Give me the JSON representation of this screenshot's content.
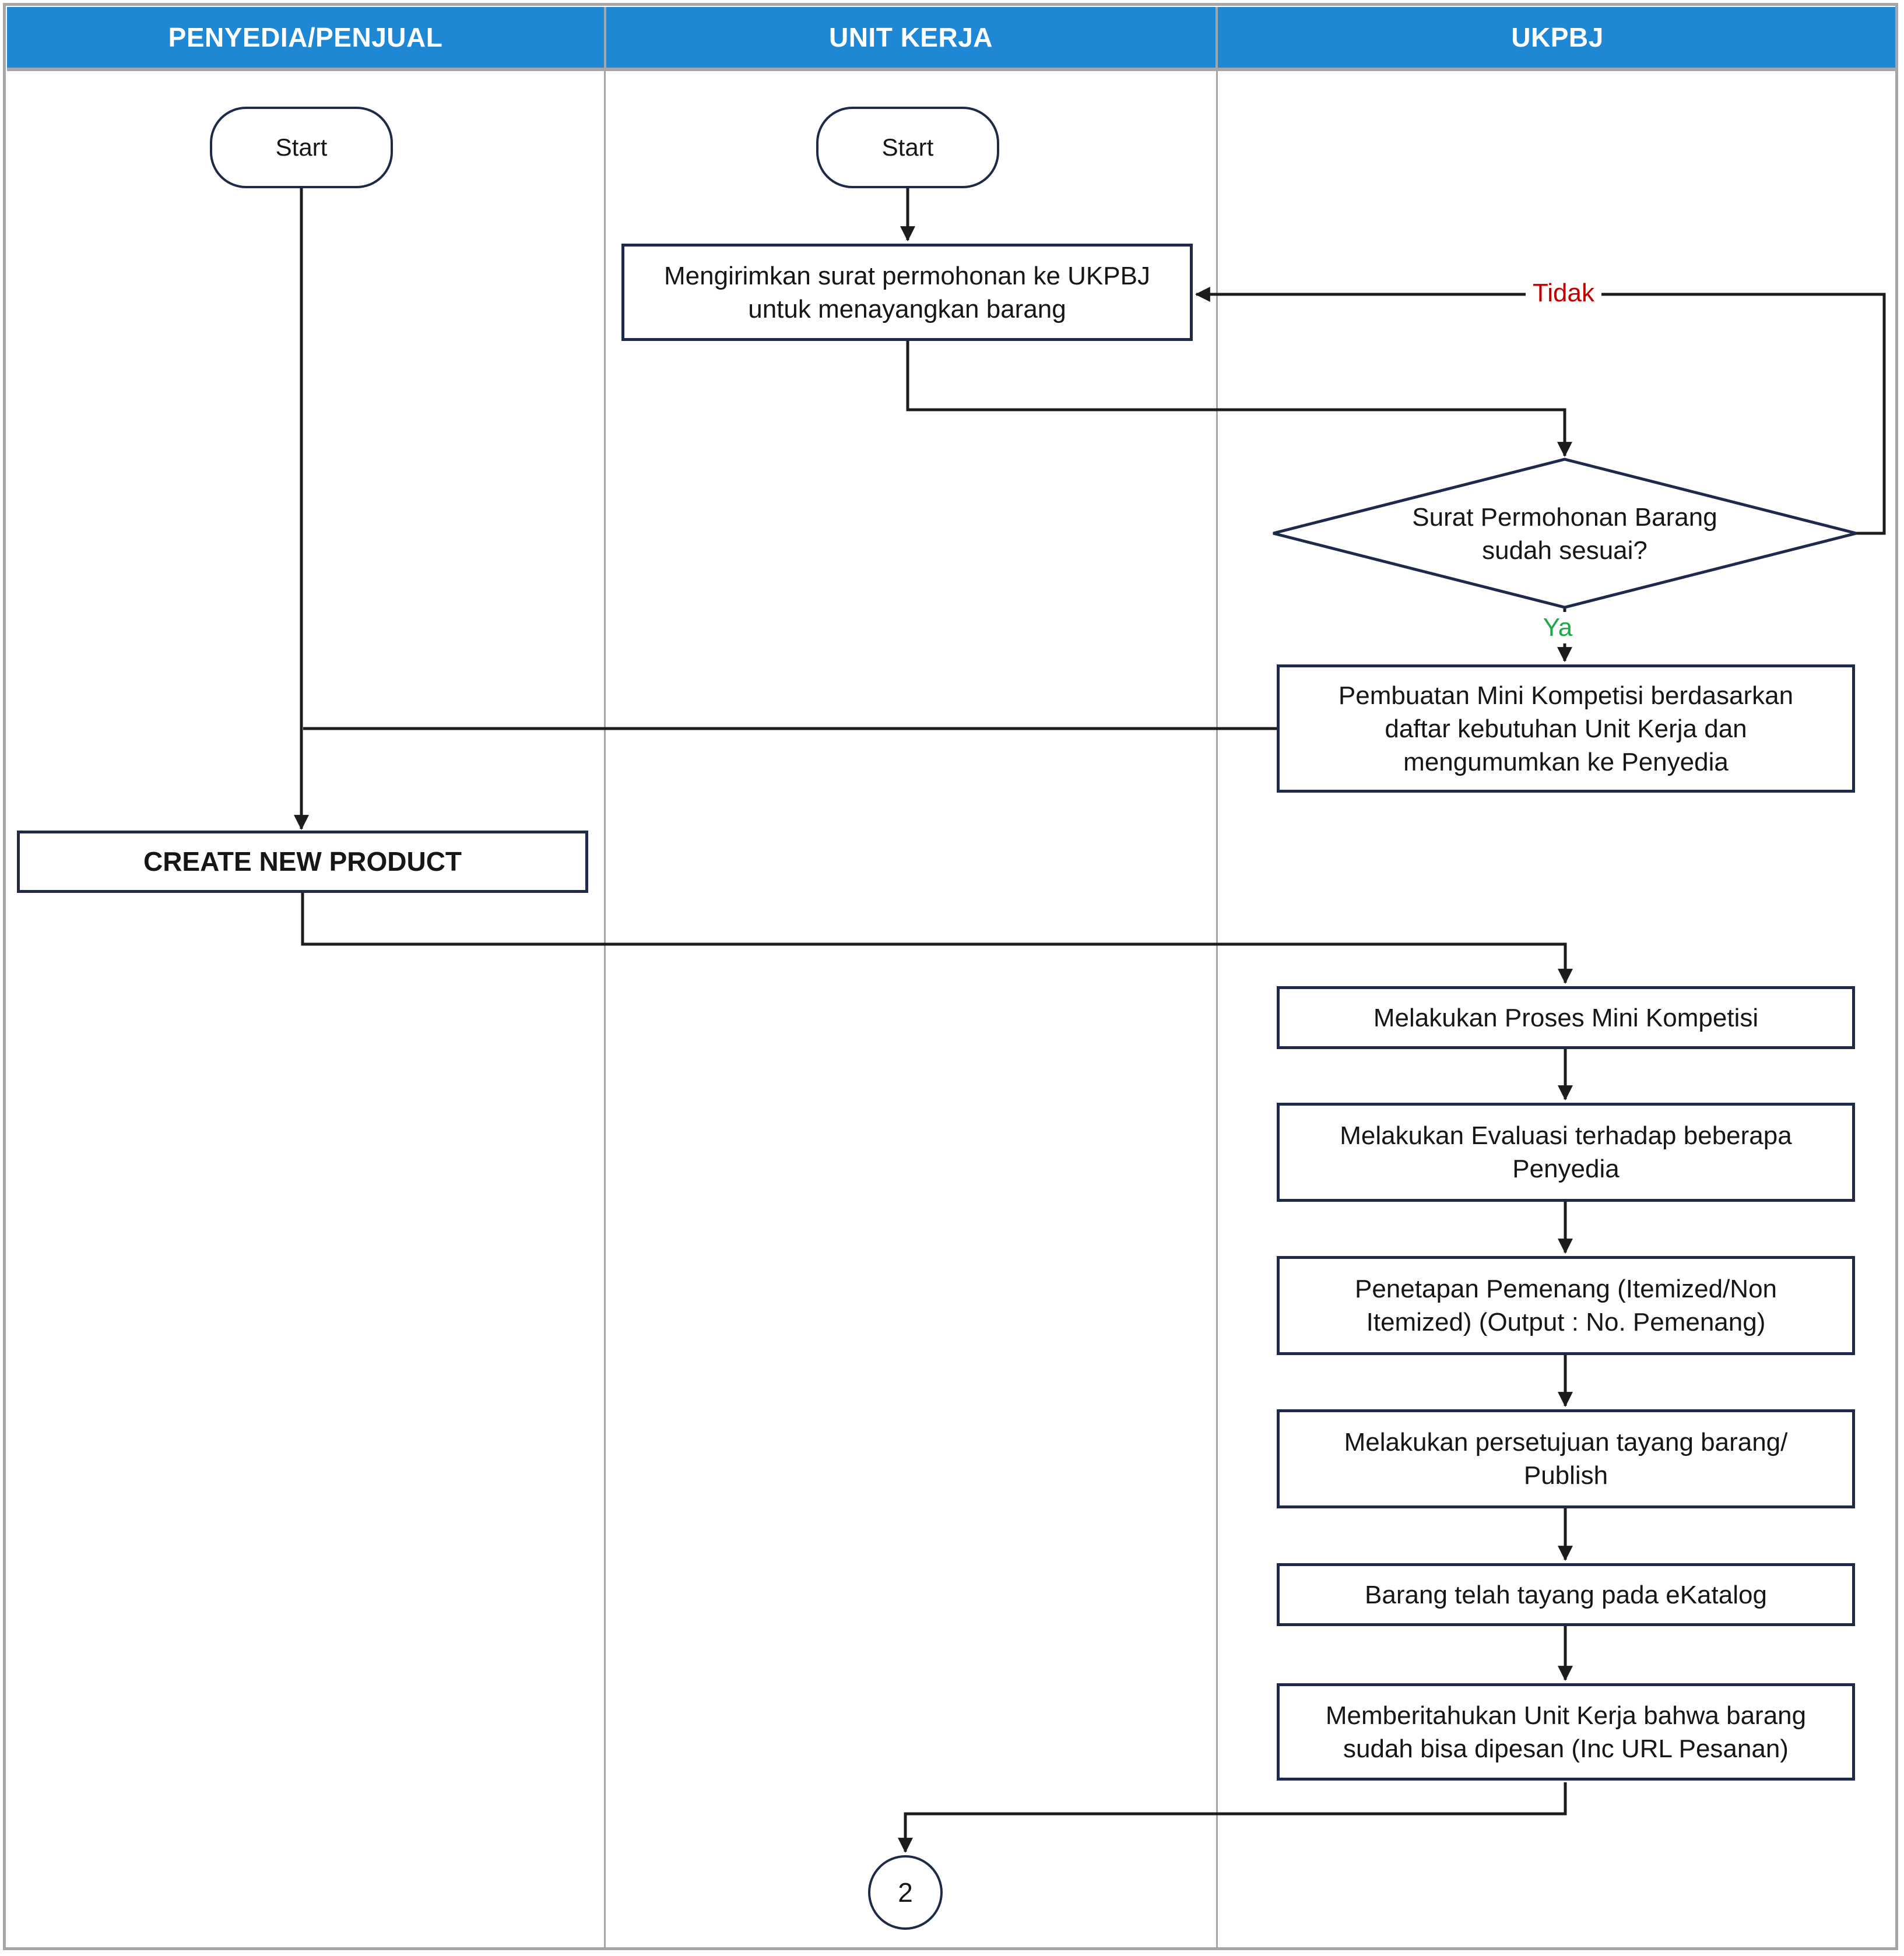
{
  "lanes": [
    {
      "label": "PENYEDIA/PENJUAL"
    },
    {
      "label": "UNIT KERJA"
    },
    {
      "label": "UKPBJ"
    }
  ],
  "nodes": {
    "start_penyedia": {
      "label": "Start"
    },
    "start_unit_kerja": {
      "label": "Start"
    },
    "kirim_surat": {
      "label": "Mengirimkan surat permohonan ke UKPBJ untuk menayangkan barang"
    },
    "cek_surat": {
      "label": "Surat Permohonan Barang sudah sesuai?"
    },
    "buat_mini_kompetisi": {
      "label": "Pembuatan Mini Kompetisi berdasarkan daftar kebutuhan Unit Kerja dan mengumumkan ke Penyedia"
    },
    "create_new_product": {
      "label": "CREATE NEW PRODUCT"
    },
    "proses_mini_kompetisi": {
      "label": "Melakukan Proses Mini Kompetisi"
    },
    "evaluasi_penyedia": {
      "label": "Melakukan Evaluasi terhadap beberapa Penyedia"
    },
    "penetapan_pemenang": {
      "label": "Penetapan Pemenang (Itemized/Non Itemized) (Output : No. Pemenang)"
    },
    "persetujuan_tayang": {
      "label": "Melakukan persetujuan tayang barang/ Publish"
    },
    "barang_tayang": {
      "label": "Barang telah tayang pada eKatalog"
    },
    "memberitahukan_unit_kerja": {
      "label": "Memberitahukan Unit Kerja bahwa barang sudah bisa dipesan (Inc URL Pesanan)"
    },
    "offpage_connector": {
      "label": "2"
    }
  },
  "edge_labels": {
    "no": {
      "label": "Tidak"
    },
    "yes": {
      "label": "Ya"
    }
  },
  "colors": {
    "header_bg": "#1E88D4",
    "header_text": "#FFFFFF",
    "node_border": "#1F2A4A",
    "node_fill": "#FFFFFF",
    "line": "#1C1C1C",
    "label_no": "#C00000",
    "label_yes": "#1CA94C",
    "lane_divider": "#A6A6A6",
    "text": "#161616"
  }
}
